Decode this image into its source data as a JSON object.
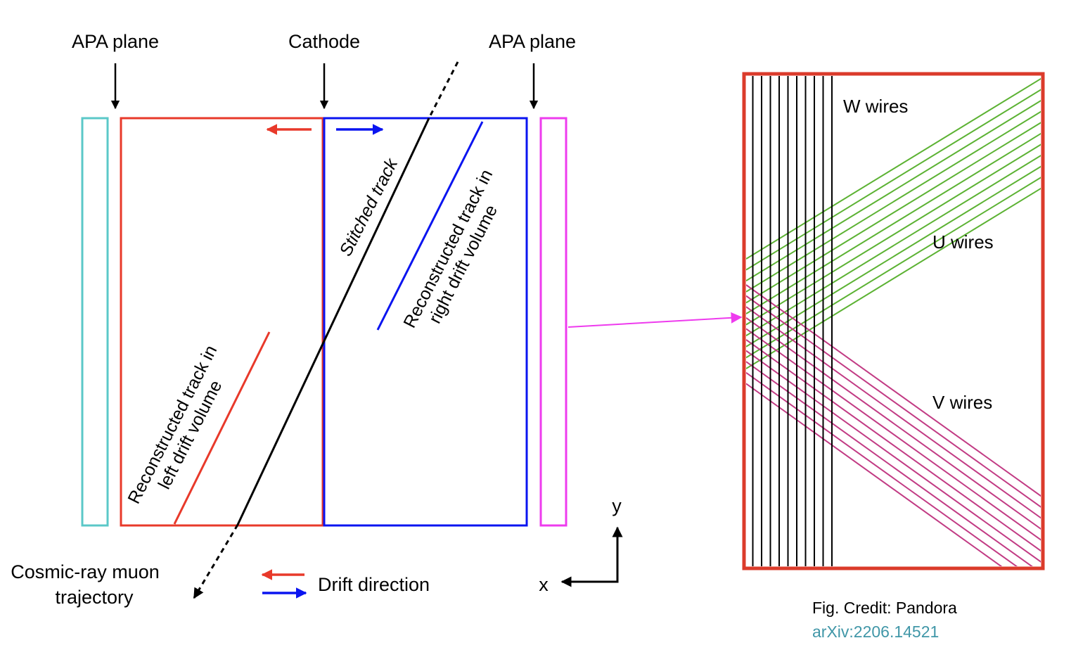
{
  "labels": {
    "apa_left": "APA plane",
    "cathode": "Cathode",
    "apa_right": "APA plane",
    "stitched_track": "Stitched track",
    "reco_right_line1": "Reconstructed track in",
    "reco_right_line2": "right drift volume",
    "reco_left_line1": "Reconstructed track in",
    "reco_left_line2": "left drift volume",
    "muon_line1": "Cosmic-ray muon",
    "muon_line2": "trajectory",
    "drift_direction": "Drift direction",
    "axis_x": "x",
    "axis_y": "y",
    "w_wires": "W wires",
    "u_wires": "U wires",
    "v_wires": "V wires",
    "credit": "Fig. Credit: Pandora",
    "arxiv": "arXiv:2206.14521"
  },
  "colors": {
    "apa_left": "#5bc8c8",
    "left_volume": "#e8392a",
    "right_volume": "#0a14f0",
    "apa_right": "#ee3bee",
    "track": "#000000",
    "wire_frame": "#db3b2b",
    "w_wires": "#000000",
    "u_wires": "#5cb233",
    "u_label": "#3d8a28",
    "v_wires": "#c23b84",
    "v_label": "#c23b84",
    "arxiv": "#4197a8"
  },
  "wires": {
    "w_count": 10,
    "u_count": 11,
    "v_count": 10
  }
}
